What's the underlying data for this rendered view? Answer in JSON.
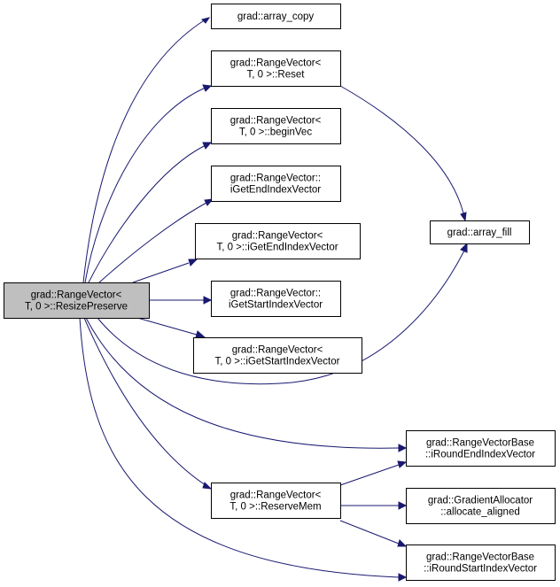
{
  "colors": {
    "edge": "#191970",
    "node_fill": "#ffffff",
    "focus_fill": "#bfbfbf",
    "node_border": "#000000"
  },
  "nodes": [
    {
      "id": "resize_preserve",
      "lines": [
        "grad::RangeVector<",
        "T, 0 >::ResizePreserve"
      ],
      "focus": true
    },
    {
      "id": "array_copy",
      "lines": [
        "grad::array_copy"
      ]
    },
    {
      "id": "reset",
      "lines": [
        "grad::RangeVector<",
        "T, 0 >::Reset"
      ]
    },
    {
      "id": "begin_vec",
      "lines": [
        "grad::RangeVector<",
        "T, 0 >::beginVec"
      ]
    },
    {
      "id": "iget_end_index_vector",
      "lines": [
        "grad::RangeVector::",
        "iGetEndIndexVector"
      ]
    },
    {
      "id": "iget_end_index_vector_t0",
      "lines": [
        "grad::RangeVector<",
        "T, 0 >::iGetEndIndexVector"
      ]
    },
    {
      "id": "iget_start_index_vector",
      "lines": [
        "grad::RangeVector::",
        "iGetStartIndexVector"
      ]
    },
    {
      "id": "iget_start_index_vector_t0",
      "lines": [
        "grad::RangeVector<",
        "T, 0 >::iGetStartIndexVector"
      ]
    },
    {
      "id": "array_fill",
      "lines": [
        "grad::array_fill"
      ]
    },
    {
      "id": "iround_end_index_vector",
      "lines": [
        "grad::RangeVectorBase",
        "::iRoundEndIndexVector"
      ]
    },
    {
      "id": "reserve_mem",
      "lines": [
        "grad::RangeVector<",
        "T, 0 >::ReserveMem"
      ]
    },
    {
      "id": "allocate_aligned",
      "lines": [
        "grad::GradientAllocator",
        "::allocate_aligned"
      ]
    },
    {
      "id": "iround_start_index_vector",
      "lines": [
        "grad::RangeVectorBase",
        "::iRoundStartIndexVector"
      ]
    }
  ],
  "edges": [
    {
      "from": "resize_preserve",
      "to": "array_copy"
    },
    {
      "from": "resize_preserve",
      "to": "reset"
    },
    {
      "from": "resize_preserve",
      "to": "begin_vec"
    },
    {
      "from": "resize_preserve",
      "to": "iget_end_index_vector"
    },
    {
      "from": "resize_preserve",
      "to": "iget_end_index_vector_t0"
    },
    {
      "from": "resize_preserve",
      "to": "iget_start_index_vector"
    },
    {
      "from": "resize_preserve",
      "to": "iget_start_index_vector_t0"
    },
    {
      "from": "resize_preserve",
      "to": "array_fill"
    },
    {
      "from": "resize_preserve",
      "to": "iround_end_index_vector"
    },
    {
      "from": "resize_preserve",
      "to": "reserve_mem"
    },
    {
      "from": "resize_preserve",
      "to": "iround_start_index_vector"
    },
    {
      "from": "reset",
      "to": "array_fill"
    },
    {
      "from": "reserve_mem",
      "to": "iround_end_index_vector"
    },
    {
      "from": "reserve_mem",
      "to": "allocate_aligned"
    },
    {
      "from": "reserve_mem",
      "to": "iround_start_index_vector"
    }
  ]
}
